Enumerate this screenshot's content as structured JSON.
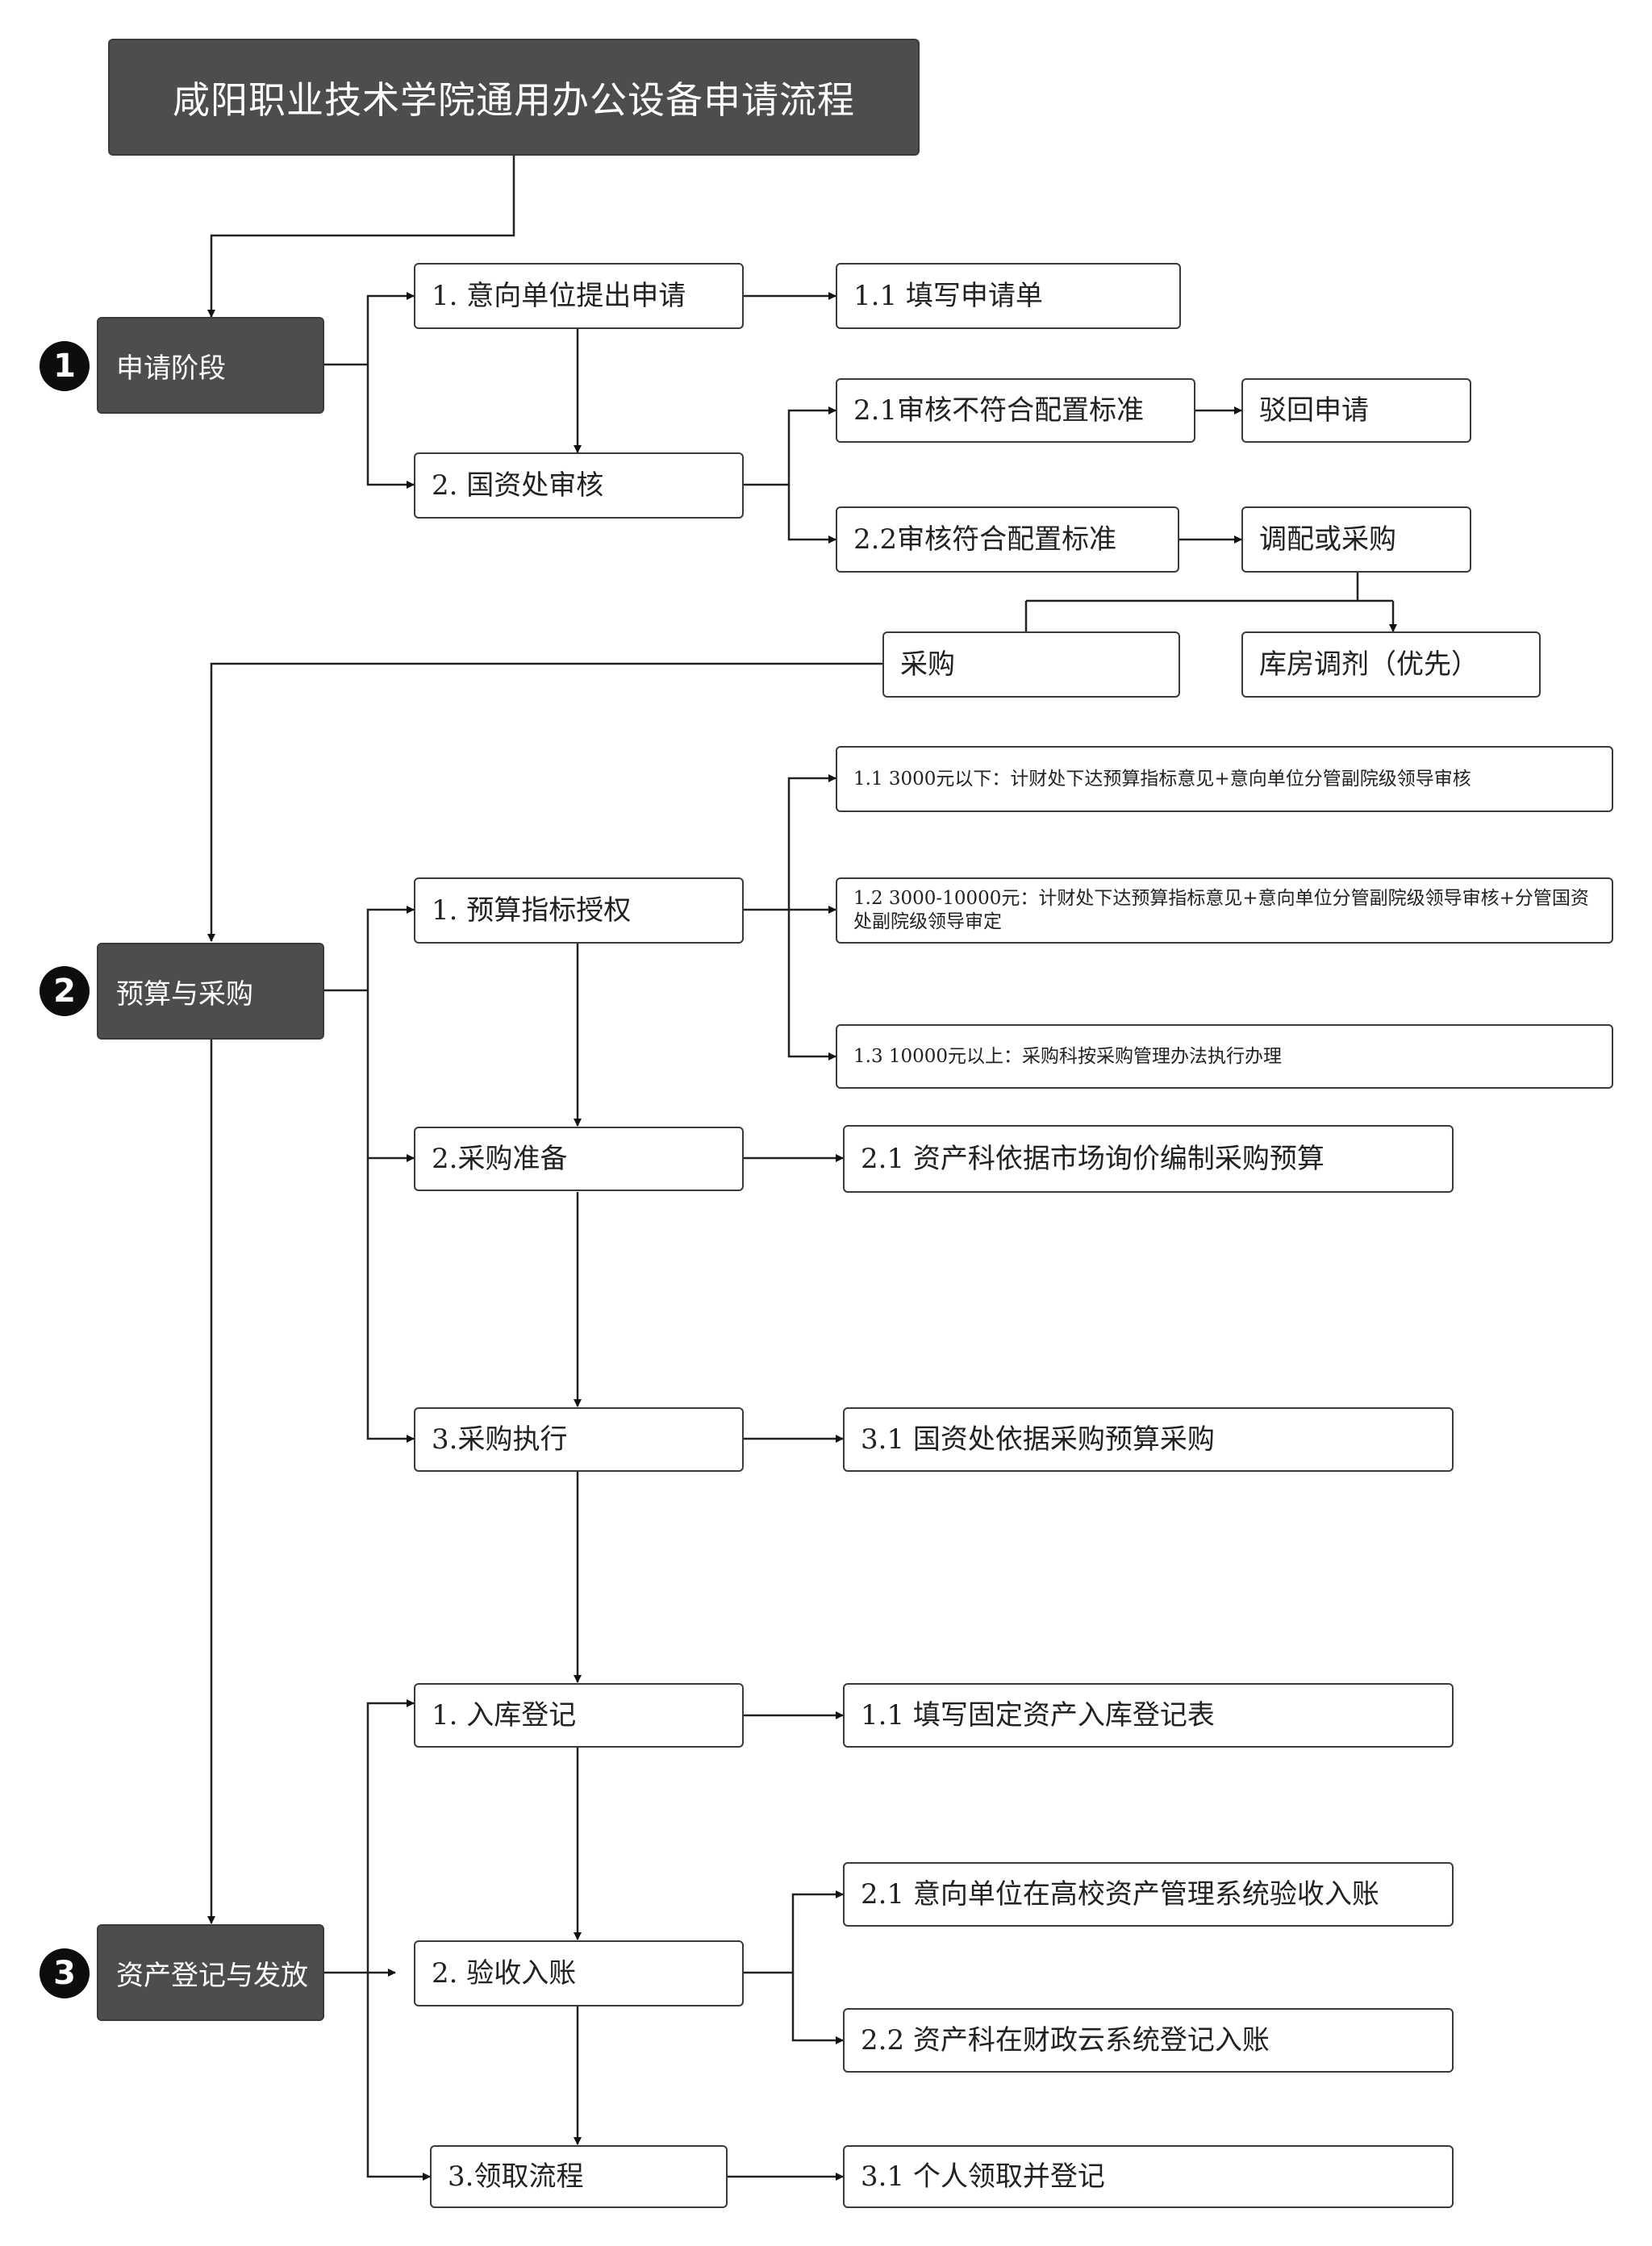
{
  "title": "咸阳职业技术学院通用办公设备申请流程",
  "stages": [
    {
      "num": "1",
      "label": "申请阶段"
    },
    {
      "num": "2",
      "label": "预算与采购"
    },
    {
      "num": "3",
      "label": "资产登记与发放"
    }
  ],
  "stage1": {
    "apply": "1.  意向单位提出申请",
    "fill_form": "1.1  填写申请单",
    "review": "2.  国资处审核",
    "not_meet": "2.1审核不符合配置标准",
    "reject": "驳回申请",
    "meet": "2.2审核符合配置标准",
    "allocate_or_buy": "调配或采购",
    "purchase": "采购",
    "warehouse": "库房调剂（优先）"
  },
  "stage2": {
    "budget_auth": "1.  预算指标授权",
    "rule_1_1": "1.1 3000元以下：计财处下达预算指标意见+意向单位分管副院级领导审核",
    "rule_1_2": "1.2 3000-10000元：计财处下达预算指标意见+意向单位分管副院级领导审核+分管国资处副院级领导审定",
    "rule_1_3": "1.3 10000元以上：采购科按采购管理办法执行办理",
    "prep": "2.采购准备",
    "prep_detail": "2.1  资产科依据市场询价编制采购预算",
    "exec": "3.采购执行",
    "exec_detail": "3.1  国资处依据采购预算采购"
  },
  "stage3": {
    "register": "1.  入库登记",
    "register_detail": "1.1  填写固定资产入库登记表",
    "accept": "2.  验收入账",
    "accept_detail_1": "2.1  意向单位在高校资产管理系统验收入账",
    "accept_detail_2": "2.2  资产科在财政云系统登记入账",
    "receive": "3.领取流程",
    "receive_detail": "3.1  个人领取并登记"
  }
}
